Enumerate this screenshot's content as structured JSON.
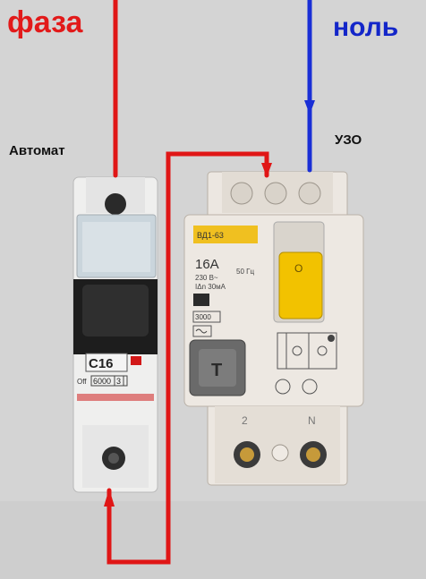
{
  "labels": {
    "phase": "фаза",
    "neutral": "ноль",
    "breaker": "Автомат",
    "rcd": "УЗО"
  },
  "breaker": {
    "rating": "C16",
    "breaking_capacity": "6000",
    "class": "3",
    "off_text": "Off"
  },
  "rcd": {
    "model": "ВД1-63",
    "current": "16A",
    "voltage": "230 В~",
    "frequency": "50 Гц",
    "leakage": "IΔn 30мА",
    "capacity": "3000",
    "test_button": "T",
    "switch_mark": "O",
    "terminal_2": "2",
    "terminal_n": "N"
  },
  "colors": {
    "phase_wire": "#e01616",
    "neutral_wire": "#1a2fd6",
    "switch_yellow": "#f2c200"
  }
}
